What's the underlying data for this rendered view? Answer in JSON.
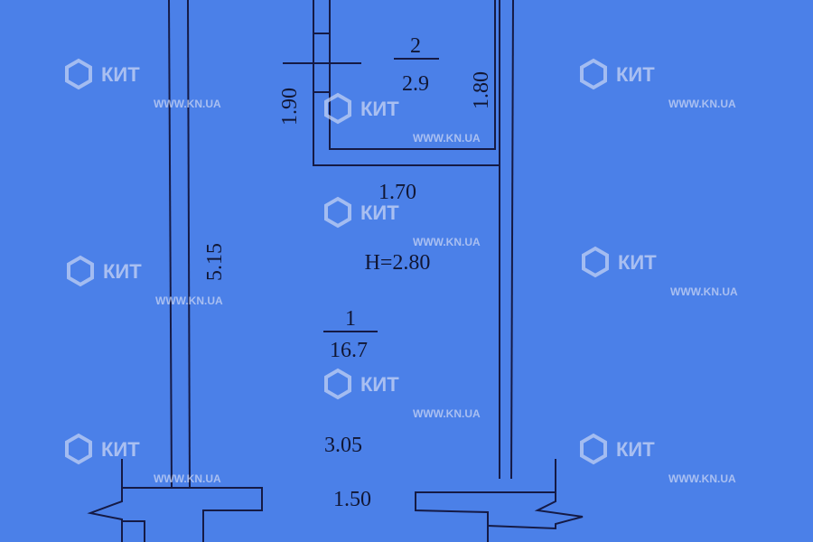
{
  "plan": {
    "paper_color": "#4b80e8",
    "line_color": "#151a45",
    "rooms": [
      {
        "number": "2",
        "area": "2.9"
      },
      {
        "number": "1",
        "area": "16.7"
      }
    ],
    "dimensions": {
      "room2_height": "1.80",
      "partition_height": "1.90",
      "corridor_width": "1.70",
      "room1_length": "5.15",
      "ceiling_height": "Н=2.80",
      "room1_width": "3.05",
      "opening_width": "1.50"
    }
  },
  "watermark": {
    "logo_text": "КИТ",
    "url": "WWW.KN.UA",
    "icon": "hexagon-k-logo-icon"
  }
}
